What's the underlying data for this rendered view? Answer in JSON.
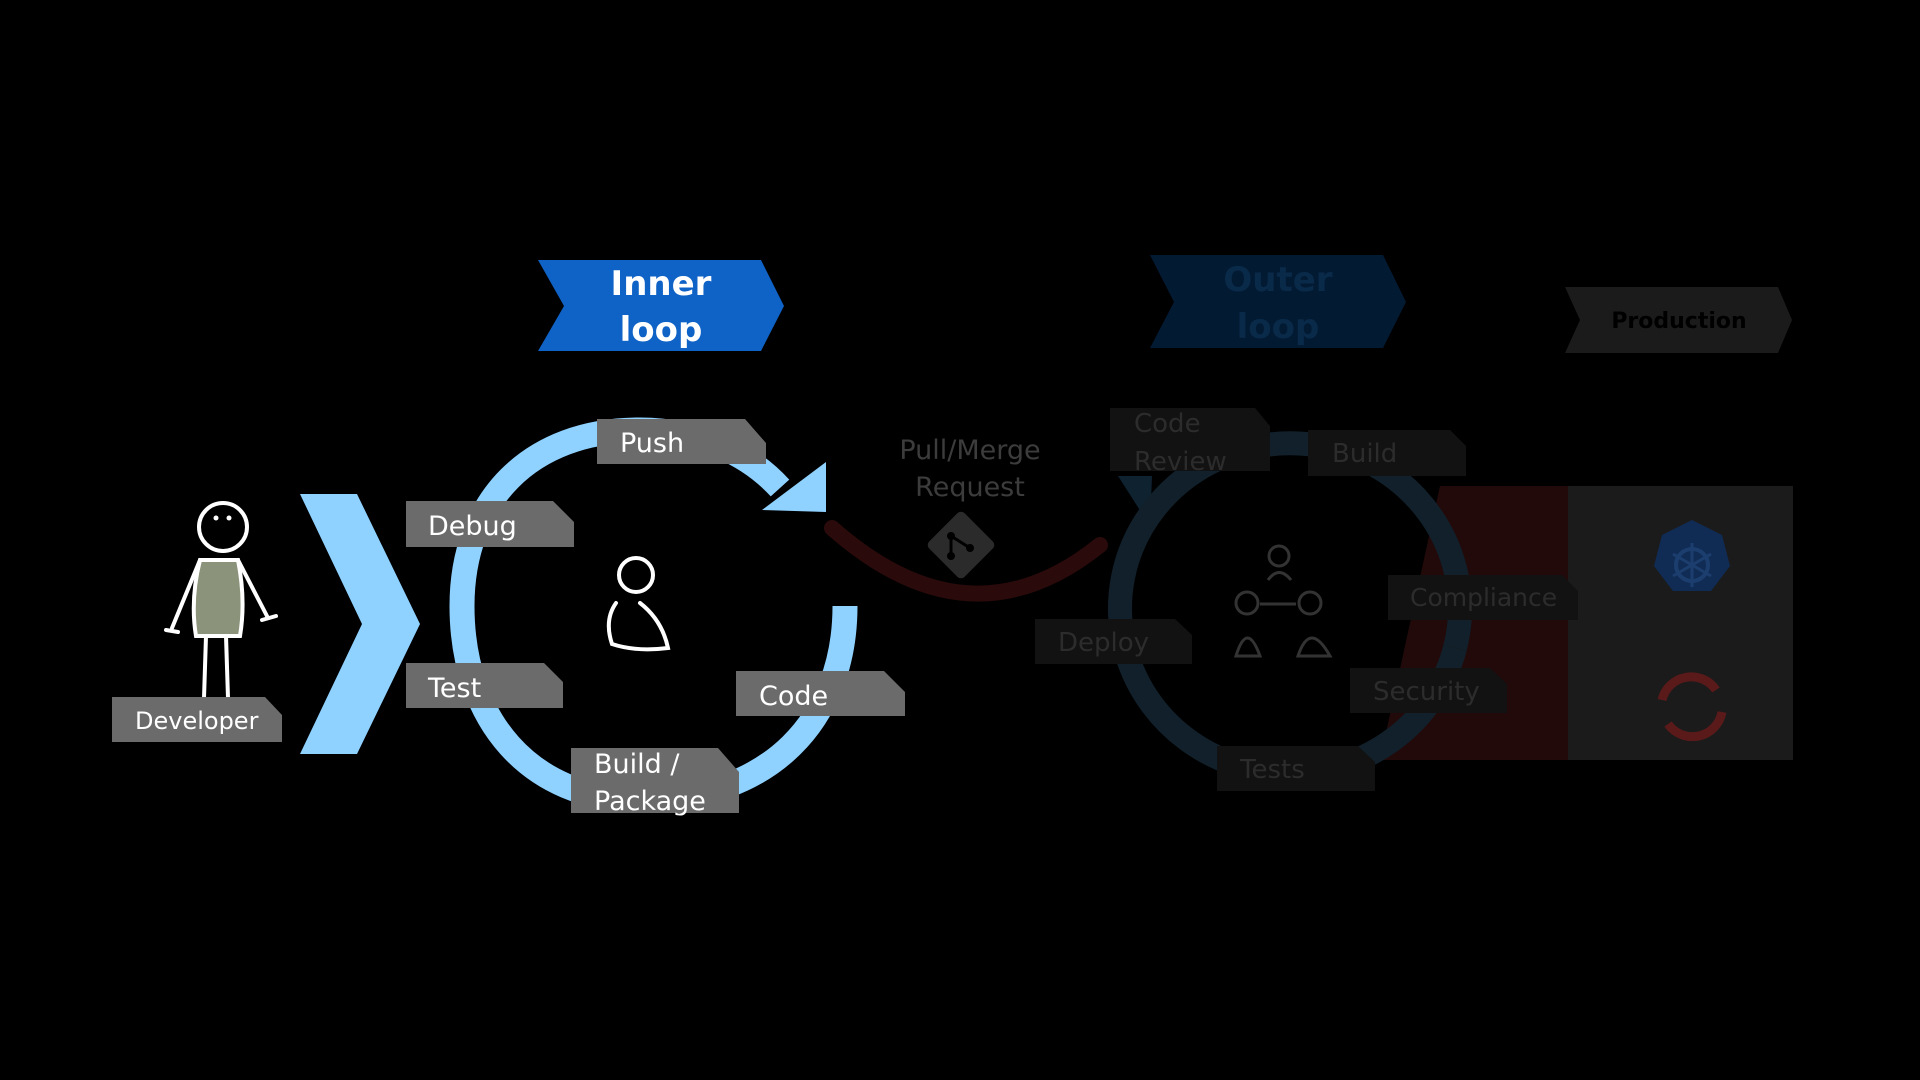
{
  "header_inner": {
    "line1": "Inner",
    "line2": "loop"
  },
  "header_outer": {
    "line1": "Outer",
    "line2": "loop"
  },
  "header_production": {
    "label": "Production"
  },
  "developer": {
    "label": "Developer"
  },
  "inner_steps": {
    "push": "Push",
    "debug": "Debug",
    "test": "Test",
    "code": "Code",
    "build_line1": "Build /",
    "build_line2": "Package"
  },
  "pull_request": {
    "line1": "Pull/Merge",
    "line2": "Request"
  },
  "outer_steps": {
    "code_review_line1": "Code",
    "code_review_line2": "Review",
    "build": "Build",
    "compliance": "Compliance",
    "deploy": "Deploy",
    "security": "Security",
    "tests": "Tests"
  },
  "colors": {
    "inner_header": "#0f62c6",
    "inner_loop": "#8fd1ff",
    "label_tab": "#6b6b6b",
    "outer_header": "#031a33",
    "outer_loop": "#11202a",
    "outer_tab": "#121212",
    "production_band": "#1b1b1b",
    "red_band": "#220a0a"
  },
  "icons": [
    "developer-stick-figure",
    "chevron-right-icon",
    "person-icon",
    "git-merge-icon",
    "team-icon",
    "kubernetes-icon",
    "openshift-icon"
  ]
}
